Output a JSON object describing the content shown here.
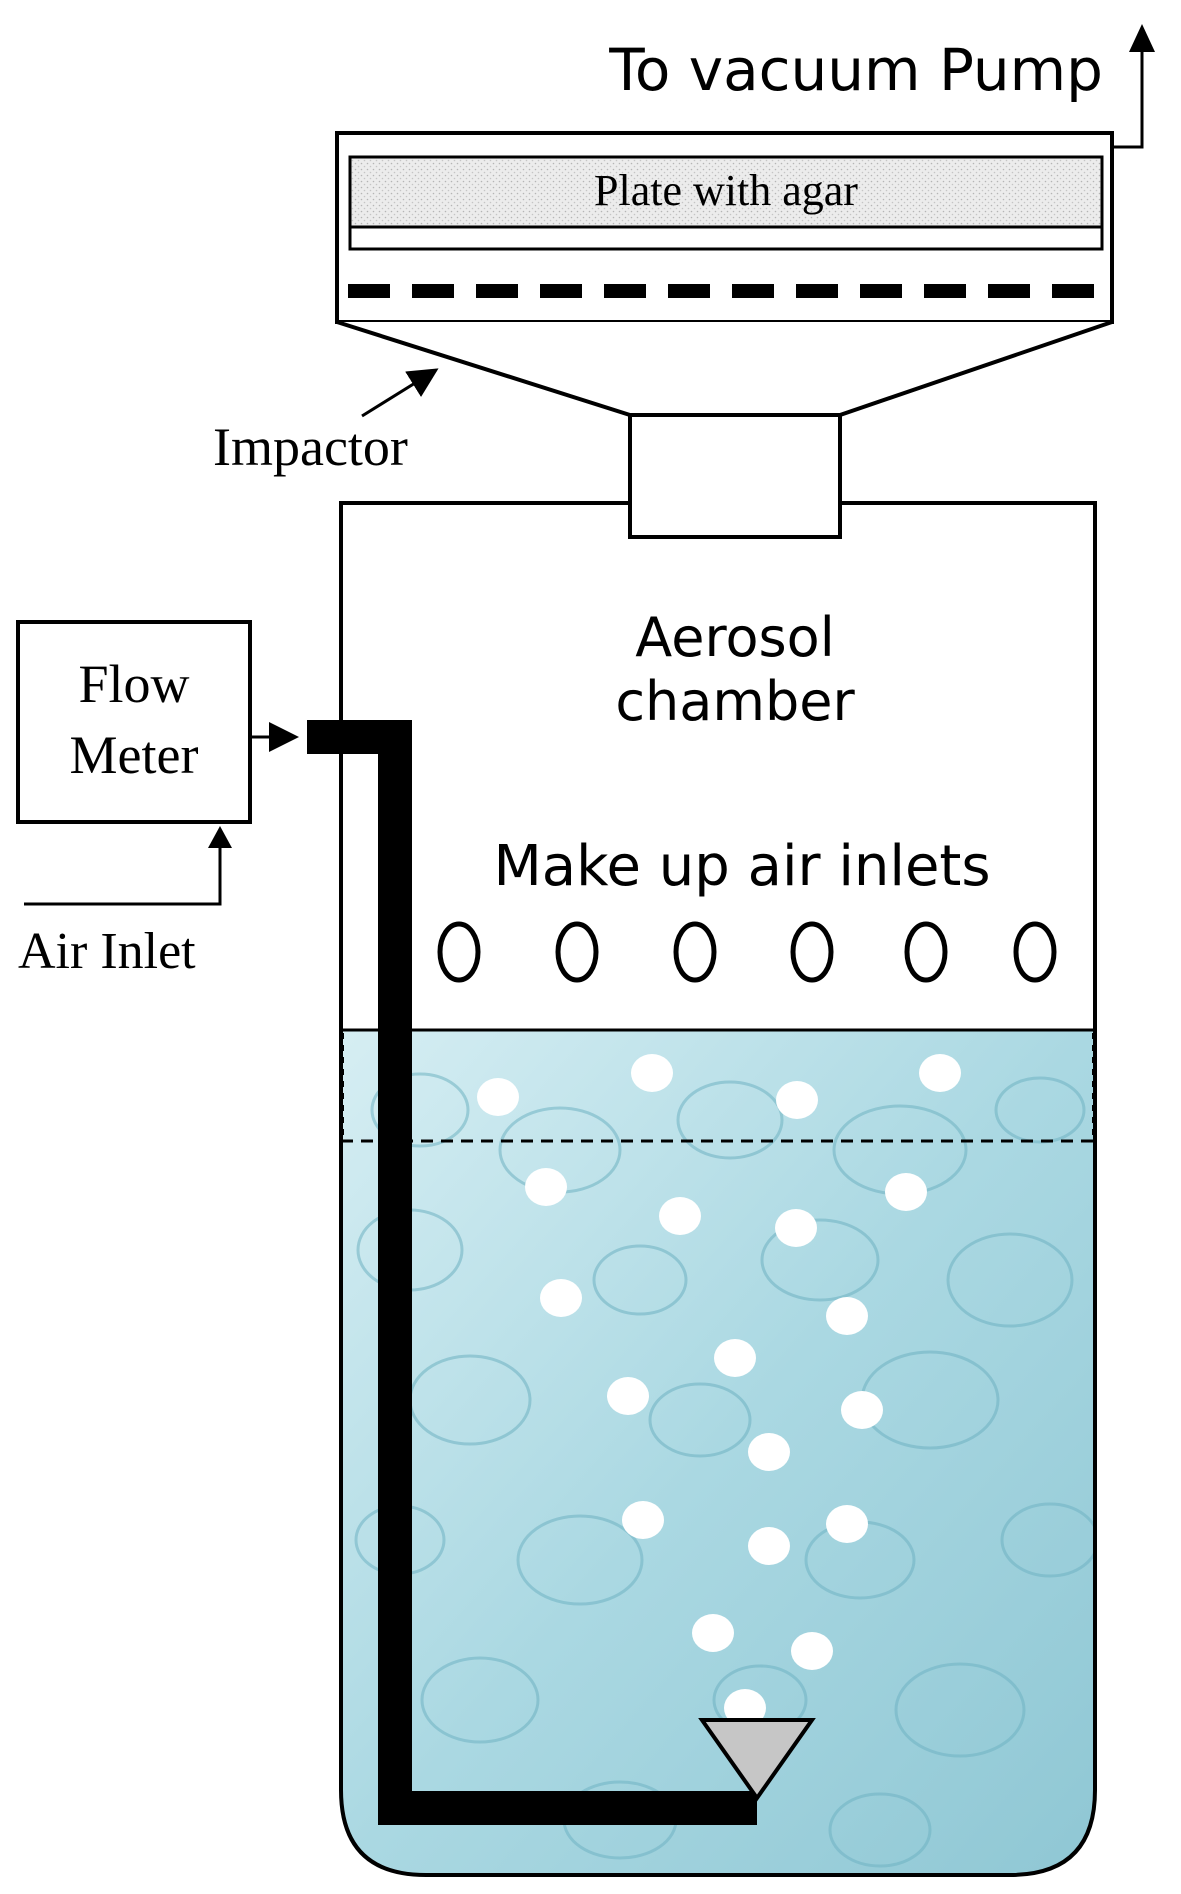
{
  "labels": {
    "vacuum": "To vacuum Pump",
    "plate": "Plate with agar",
    "impactor": "Impactor",
    "chamber_line1": "Aerosol",
    "chamber_line2": "chamber",
    "flow_line1": "Flow",
    "flow_line2": "Meter",
    "makeup": "Make up air inlets",
    "air_inlet": "Air Inlet"
  },
  "colors": {
    "stroke": "#000000",
    "water_light": "#cfe9ef",
    "water_mid": "#a8d6e0",
    "water_dark": "#7fbfcd",
    "bubble": "#ffffff",
    "diffuser": "#c6c6c6",
    "agar": "#e4e4e4"
  },
  "icons": {
    "vacuum_arrow": "arrow-up-icon",
    "impactor_arrow": "arrow-icon",
    "flow_arrow": "arrow-right-icon",
    "inlet_arrow": "arrow-up-icon",
    "diffuser": "triangle-down-icon"
  }
}
